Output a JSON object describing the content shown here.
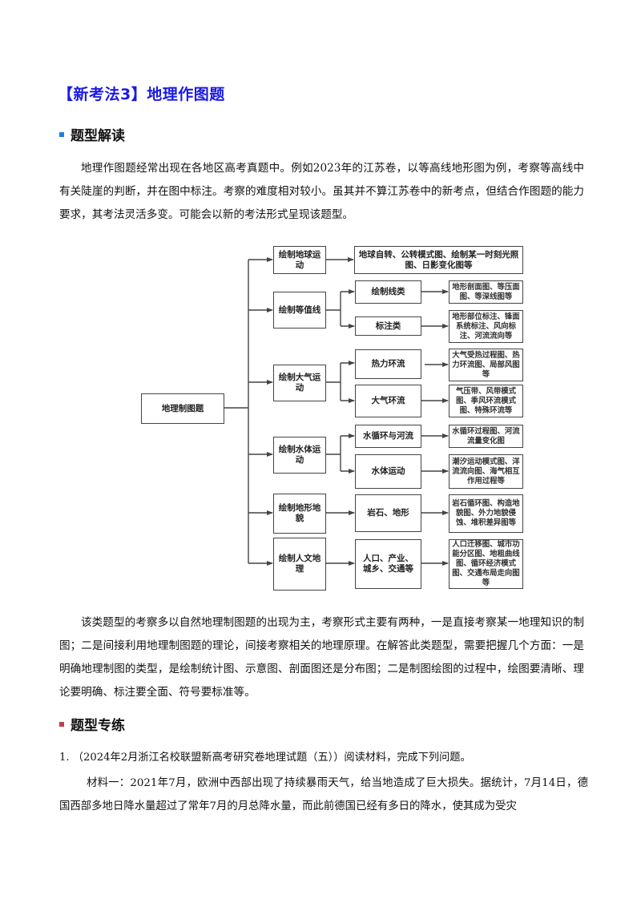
{
  "title": "【新考法3】地理作图题",
  "section1": {
    "heading": "题型解读",
    "bullet_color": "#1f7fe0",
    "paragraph": "地理作图题经常出现在各地区高考真题中。例如2023年的江苏卷，以等高线地形图为例，考察等高线中有关陡崖的判断，并在图中标注。考察的难度相对较小。虽其并不算江苏卷中的新考点，但结合作图题的能力要求，其考法灵活多变。可能会以新的考法形式呈现该题型。"
  },
  "diagram": {
    "root": "地理制图题",
    "branches": [
      {
        "label": "绘制地球运动",
        "children": [
          {
            "label": "地球自转、公转模式图、绘制某一时刻光照图、日影变化图等",
            "detail": null
          }
        ]
      },
      {
        "label": "绘制等值线",
        "children": [
          {
            "label": "绘制线类",
            "detail": "地形剖面图、等压面图、等深线图等"
          },
          {
            "label": "标注类",
            "detail": "地形部位标注、锋面系统标注、风向标注、河流流向等"
          }
        ]
      },
      {
        "label": "绘制大气运动",
        "children": [
          {
            "label": "热力环流",
            "detail": "大气受热过程图、热力环流图、局部风图等"
          },
          {
            "label": "大气环流",
            "detail": "气压带、风带模式图、季风环流模式图、特殊环流等"
          }
        ]
      },
      {
        "label": "绘制水体运动",
        "children": [
          {
            "label": "水循环与河流",
            "detail": "水循环过程图、河流流量变化图"
          },
          {
            "label": "水体运动",
            "detail": "潮汐运动模式图、洋流流向图、海气相互作用过程等"
          }
        ]
      },
      {
        "label": "绘制地形地貌",
        "children": [
          {
            "label": "岩石、地形",
            "detail": "岩石循环图、构造地貌图、外力地貌侵蚀、堆积差异图等"
          }
        ]
      },
      {
        "label": "绘制人文地理",
        "children": [
          {
            "label": "人口、产业、城乡、交通等",
            "detail": "人口迁移图、城市功能分区图、地租曲线图、循环经济模式图、交通布局走向图等"
          }
        ]
      }
    ]
  },
  "paragraph2": "该类题型的考察多以自然地理制图题的出现为主，考察形式主要有两种，一是直接考察某一地理知识的制图；二是间接利用地理制图题的理论，间接考察相关的地理原理。在解答此类题型，需要把握几个方面：一是明确地理制图的类型，是绘制统计图、示意图、剖面图还是分布图；二是制图绘图的过程中，绘图要清晰、理论要明确、标注要全面、符号要标准等。",
  "section2": {
    "heading": "题型专练",
    "bullet_color": "#c0404a"
  },
  "question1": {
    "stem": "1. （2024年2月浙江名校联盟新高考研究卷地理试题（五））阅读材料，完成下列问题。",
    "material": "材料一：2021年7月，欧洲中西部出现了持续暴雨天气，给当地造成了巨大损失。据统计，7月14日，德国西部多地日降水量超过了常年7月的月总降水量，而此前德国已经有多日的降水，使其成为受灾"
  }
}
